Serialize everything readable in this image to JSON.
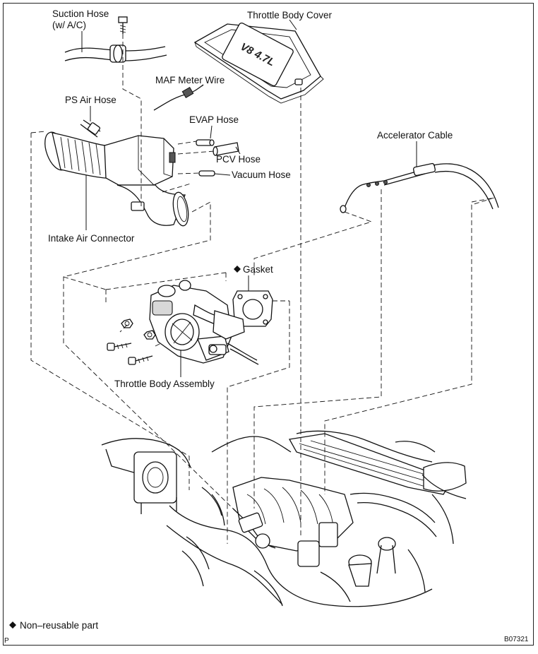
{
  "labels": {
    "suction_hose_line1": "Suction Hose",
    "suction_hose_line2": "(w/ A/C)",
    "throttle_body_cover": "Throttle Body Cover",
    "maf_meter_wire": "MAF Meter Wire",
    "ps_air_hose": "PS Air Hose",
    "evap_hose": "EVAP Hose",
    "pcv_hose": "PCV Hose",
    "vacuum_hose": "Vacuum Hose",
    "accelerator_cable": "Accelerator Cable",
    "intake_air_connector": "Intake Air Connector",
    "gasket": "Gasket",
    "throttle_body_assembly": "Throttle Body Assembly"
  },
  "cover_emblem": "V8 4.7L",
  "legend": {
    "symbol": "◆",
    "text": "Non–reusable part"
  },
  "corner_mark": "P",
  "figure_code": "B07321"
}
